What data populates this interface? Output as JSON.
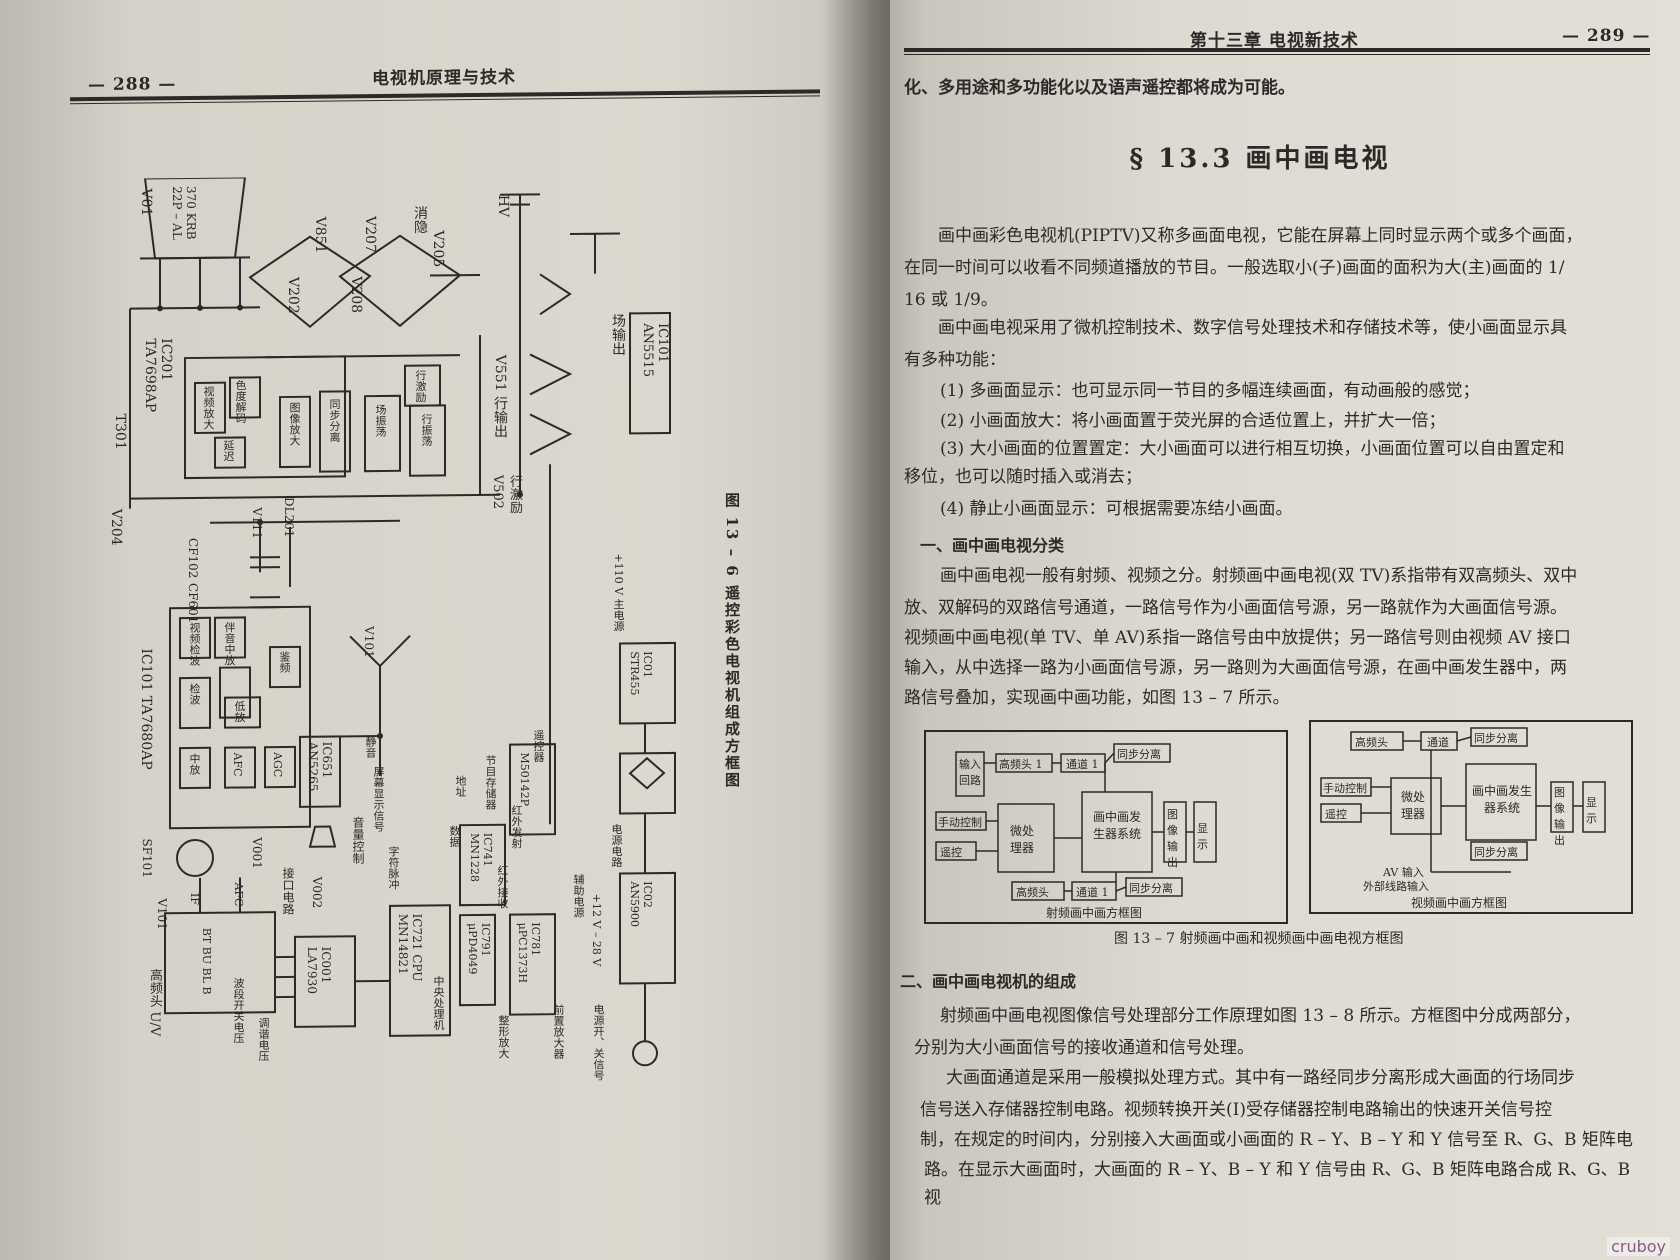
{
  "left_page": {
    "page_number": "— 288 —",
    "running_head": "电视机原理与技术",
    "figure_caption": "图 13 – 6   遥控彩色电视机组成方框图",
    "schematic_labels": {
      "tube": "V01",
      "tube_model": "370 KRB\n22P – AL",
      "ic201": "IC201\nTA7698AP",
      "t301": "T301",
      "v204": "V204",
      "v851": "V851",
      "v207": "V207",
      "v202": "V202",
      "v208": "V208",
      "v205": "V205",
      "hv": "HV",
      "mute": "消隐",
      "v551": "V551 行输出",
      "v502": "行激励\nV502",
      "field_out": "场输出",
      "ic101b": "IC101\nAN5515",
      "chroma_decode": "色度解码",
      "video_amp": "视频放大",
      "delay": "延迟",
      "image_amp": "图像放大",
      "sync_sep": "同步分离",
      "field_osc": "场振荡",
      "line_osc": "行振荡",
      "line_amp": "行激励",
      "cf102": "CF102",
      "cf601": "CF601",
      "v111": "V111",
      "dl201": "DL201",
      "ic101": "IC101  TA7680AP",
      "video_det": "视频检波",
      "sound_if": "伴音中放",
      "fm_det": "鉴频",
      "detector": "检波",
      "low_amp": "低放",
      "if_amp": "中放",
      "afc": "AFC",
      "agc": "AGC",
      "ic651": "IC651\nAN5265",
      "volume": "音量控制",
      "v101b": "V101",
      "sf101": "SF101",
      "v101": "V101",
      "v001": "V001",
      "v002": "V002",
      "tuner": "高频头 U/V",
      "tuner_pins": "BT   BU BL B",
      "if_pin": "IF",
      "afc_pin": "AFC",
      "band_switch": "波段开关电压",
      "tune_voltage": "调谐电压",
      "ic001": "IC001\nLA7930",
      "interface": "接口电路",
      "ic721": "IC721 CPU\nMN14821",
      "cpu_label": "中央处理机",
      "char_pulse": "字符脉冲",
      "screen_display": "屏幕显示信号",
      "mute2": "静音",
      "ic791": "IC791\nμPD4049",
      "pulse_shaping": "整形放大",
      "ic741": "IC741\nMN1228",
      "program_memory": "节目存储器",
      "ir_receive": "红外接收",
      "ir_emit": "红外发射",
      "ic781": "IC781\nμPC1373H",
      "preamp": "前置放大器",
      "remote_controller": "遥控器",
      "m50142p": "M50142P",
      "aux_supply": "辅助电源",
      "supply_12_28": "+12 V – 28 V",
      "power_switch": "电源开、关信号",
      "ic02": "IC02\nAN5900",
      "power_circuit": "电源电路",
      "ic01": "IC01\nSTR455",
      "plus110": "+110 V 主电源",
      "address": "地址",
      "data": "数据"
    }
  },
  "right_page": {
    "running_head": "第十三章  电视新技术",
    "page_number": "— 289 —",
    "lead_line": "化、多用途和多功能化以及语声遥控都将成为可能。",
    "section_title": "§ 13.3   画中画电视",
    "para1_l1": "画中画彩色电视机(PIPTV)又称多画面电视，它能在屏幕上同时显示两个或多个画面，",
    "para1_l2": "在同一时间可以收看不同频道播放的节目。一般选取小(子)画面的面积为大(主)画面的 1/",
    "para1_l3": "16 或 1/9。",
    "para2_l1": "画中画电视采用了微机控制技术、数字信号处理技术和存储技术等，使小画面显示具",
    "para2_l2": "有多种功能：",
    "item1": "(1) 多画面显示：也可显示同一节目的多幅连续画面，有动画般的感觉；",
    "item2": "(2) 小画面放大：将小画面置于荧光屏的合适位置上，并扩大一倍；",
    "item3_l1": "(3) 大小画面的位置置定：大小画面可以进行相互切换，小画面位置可以自由置定和",
    "item3_l2": "移位，也可以随时插入或消去；",
    "item4": "(4) 静止小画面显示：可根据需要冻结小画面。",
    "subhead1": "一、画中画电视分类",
    "para3_l1": "画中画电视一般有射频、视频之分。射频画中画电视(双 TV)系指带有双高频头、双中",
    "para3_l2": "放、双解码的双路信号通道，一路信号作为小画面信号源，另一路就作为大画面信号源。",
    "para3_l3": "视频画中画电视(单 TV、单 AV)系指一路信号由中放提供；另一路信号则由视频 AV 接口",
    "para3_l4": "输入，从中选择一路为小画面信号源，另一路则为大画面信号源，在画中画发生器中，两",
    "para3_l5": "路信号叠加，实现画中画功能，如图 13 – 7 所示。",
    "figure": {
      "left_title": "射频画中画方框图",
      "right_title": "视频画中画方框图",
      "caption": "图 13 – 7   射频画中画和视频画中画电视方框图",
      "rf_blocks": {
        "input_loop": "输入回路",
        "tuner1": "高频头 1",
        "channel1a": "通道 1",
        "sync1": "同步分离",
        "manual": "手动控制",
        "remote": "遥控",
        "mcu": "微处理器",
        "pip_gen": "画中画发生器系统",
        "image_out": "图像输出",
        "display": "显示",
        "tuner2": "高频头",
        "channel1b": "通道 1",
        "sync2": "同步分离"
      },
      "av_blocks": {
        "tuner": "高频头",
        "channel": "通道",
        "sync1": "同步分离",
        "manual": "手动控制",
        "remote": "遥控",
        "mcu": "微处理器",
        "pip_gen": "画中画发生器系统",
        "image_out": "图像输出",
        "display": "显示",
        "sync2": "同步分离",
        "av_in": "AV 输入",
        "ext_in": "外部线路输入"
      }
    },
    "subhead2": "二、画中画电视机的组成",
    "para4_l1": "射频画中画电视图像信号处理部分工作原理如图 13 – 8 所示。方框图中分成两部分，",
    "para4_l2": "分别为大小画面信号的接收通道和信号处理。",
    "para5_l1": "大画面通道是采用一般模拟处理方式。其中有一路经同步分离形成大画面的行场同步",
    "para5_l2": "信号送入存储器控制电路。视频转换开关(Ⅰ)受存储器控制电路输出的快速开关信号控",
    "para5_l3": "制，在规定的时间内，分别接入大画面或小画面的 R – Y、B – Y 和 Y 信号至 R、G、B 矩阵电",
    "para5_l4": "路。在显示大画面时，大画面的 R – Y、B – Y 和 Y 信号由 R、G、B 矩阵电路合成 R、G、B 视"
  },
  "watermark": "cruboy"
}
